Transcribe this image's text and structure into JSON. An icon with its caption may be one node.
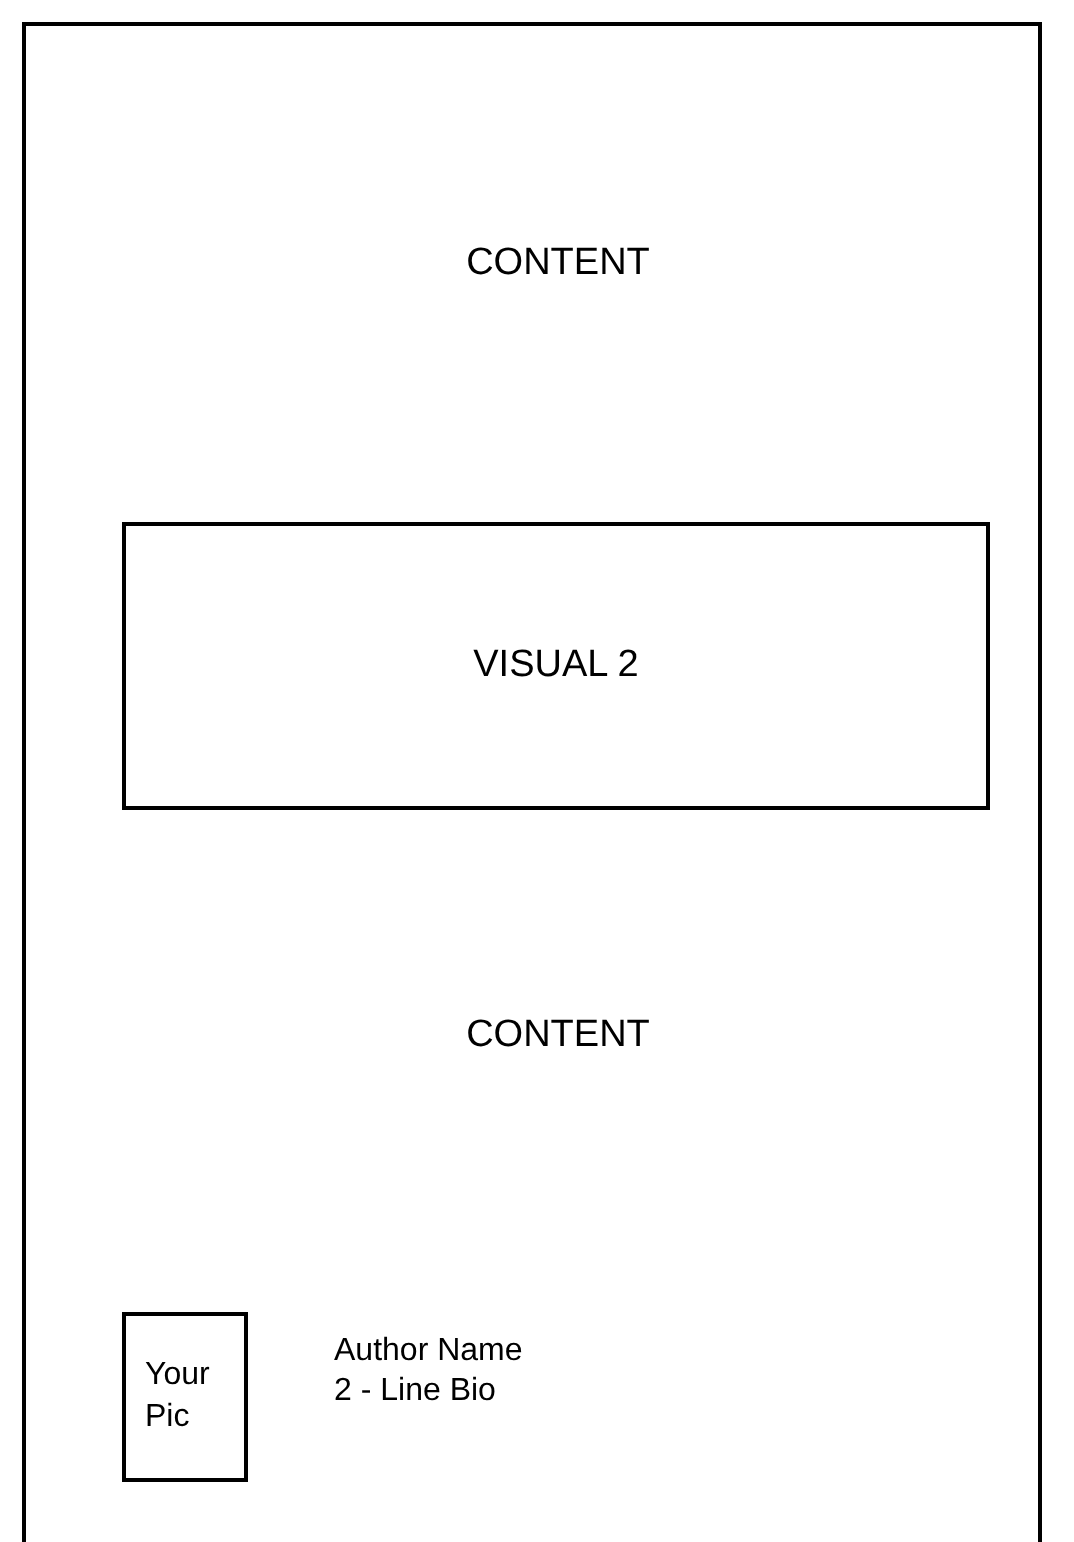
{
  "diagram": {
    "nodes": [
      {
        "text": [],
        "shape": "box"
      },
      {
        "text": [
          "VISUAL 2"
        ],
        "in": 0
      },
      {
        "text": [
          "Your Pic"
        ],
        "in": 0
      }
    ],
    "labels": [
      "CONTENT",
      "CONTENT",
      "Author Name",
      "2 - Line Bio"
    ]
  }
}
